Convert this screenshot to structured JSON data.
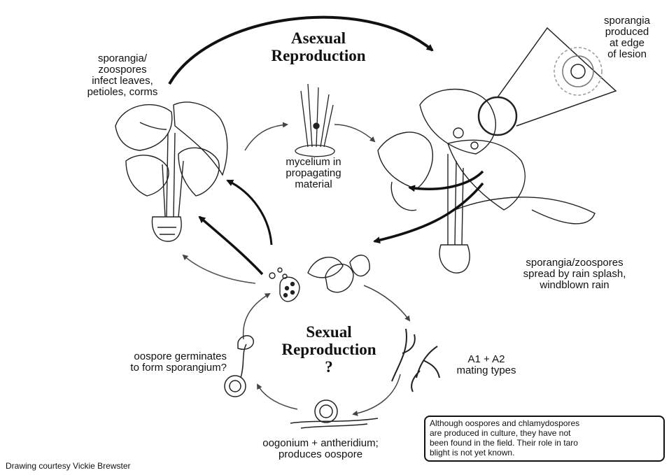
{
  "headings": {
    "asexual": [
      "Asexual",
      "Reproduction"
    ],
    "sexual": [
      "Sexual",
      "Reproduction",
      "?"
    ]
  },
  "labels": {
    "infect": [
      "sporangia/",
      "zoospores",
      "infect leaves,",
      "petioles, corms"
    ],
    "edge": [
      "sporangia",
      "produced",
      "at edge",
      "of lesion"
    ],
    "mycelium": [
      "mycelium in",
      "propagating",
      "material"
    ],
    "spread": [
      "sporangia/zoospores",
      "spread by rain splash,",
      "windblown rain"
    ],
    "mating": [
      "A1 + A2",
      "mating types"
    ],
    "germinate": [
      "oospore germinates",
      "to form sporangium?"
    ],
    "oogonium": [
      "oogonium + antheridium;",
      "produces oospore"
    ]
  },
  "note": [
    "Although oospores and chlamydospores",
    "are produced in culture, they have not",
    "been found in the field. Their role in taro",
    "blight is not yet known."
  ],
  "credit": "Drawing courtesy Vickie Brewster"
}
